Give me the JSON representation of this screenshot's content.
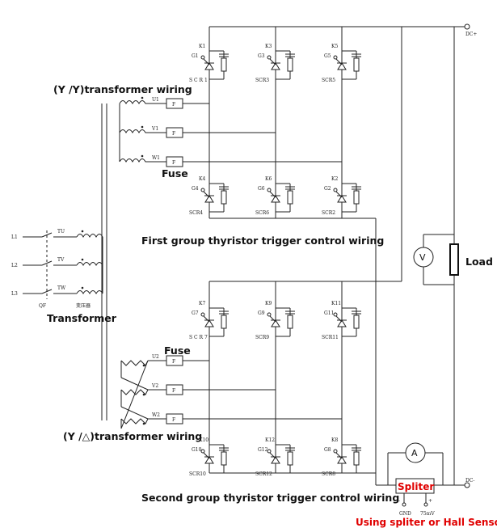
{
  "labels": {
    "dc_plus": "DC+",
    "dc_minus": "DC-",
    "load": "Load",
    "voltmeter": "V",
    "ammeter": "A",
    "yy_wiring": "(Y /Y)transformer wiring",
    "yd_wiring": "(Y /△)transformer wiring",
    "fuse_top": "Fuse",
    "fuse_bottom": "Fuse",
    "fuse_box": "F",
    "first_group": "First group thyristor trigger control wiring",
    "second_group": "Second group thyristor trigger control wiring",
    "transformer": "Transformer",
    "transformer_cn": "变压器",
    "qf": "QF",
    "spliter": "Spliter",
    "gnd": "GND",
    "mv": "75mV",
    "sensor_note": "Using spliter or Hall Sensor",
    "minus": "-",
    "plus": "+"
  },
  "mains_inputs": [
    "L1",
    "L2",
    "L3"
  ],
  "primary_taps": [
    "TU",
    "TV",
    "TW"
  ],
  "phases_top": [
    "U1",
    "V1",
    "W1"
  ],
  "phases_bottom": [
    "U2",
    "V2",
    "W2"
  ],
  "thyristors": {
    "group1_upper": [
      {
        "k": "K1",
        "g": "G1",
        "scr": "S C R 1"
      },
      {
        "k": "K3",
        "g": "G3",
        "scr": "SCR3"
      },
      {
        "k": "K5",
        "g": "G5",
        "scr": "SCR5"
      }
    ],
    "group1_lower": [
      {
        "k": "K4",
        "g": "G4",
        "scr": "SCR4"
      },
      {
        "k": "K6",
        "g": "G6",
        "scr": "SCR6"
      },
      {
        "k": "K2",
        "g": "G2",
        "scr": "SCR2"
      }
    ],
    "group2_upper": [
      {
        "k": "K7",
        "g": "G7",
        "scr": "S C R 7"
      },
      {
        "k": "K9",
        "g": "G9",
        "scr": "SCR9"
      },
      {
        "k": "K11",
        "g": "G11",
        "scr": "SCR11"
      }
    ],
    "group2_lower": [
      {
        "k": "K10",
        "g": "G10",
        "scr": "SCR10"
      },
      {
        "k": "K12",
        "g": "G12",
        "scr": "SCR12"
      },
      {
        "k": "K8",
        "g": "G8",
        "scr": "SCR8"
      }
    ]
  }
}
